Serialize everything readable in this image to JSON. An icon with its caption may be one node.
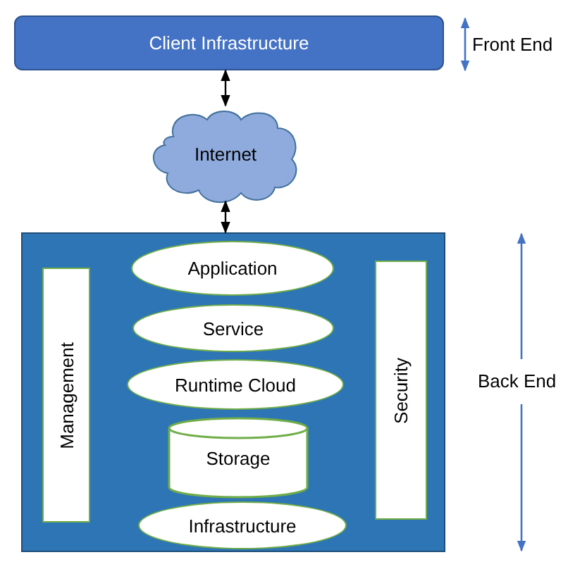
{
  "diagram": {
    "nodes": [
      {
        "text": [
          "Client Infrastructure"
        ]
      },
      {
        "text": [
          "Internet"
        ]
      },
      {
        "text": [],
        "shape": "box"
      },
      {
        "text": [
          "Application"
        ],
        "in": 2
      },
      {
        "text": [
          "Service"
        ],
        "in": 2
      },
      {
        "text": [
          "Runtime Cloud"
        ],
        "in": 2
      },
      {
        "text": [
          "Storage"
        ],
        "in": 2
      },
      {
        "text": [
          "Infrastructure"
        ],
        "in": 2
      },
      {
        "text": [
          "Management"
        ],
        "in": 2
      },
      {
        "text": [
          "Security"
        ],
        "in": 2
      }
    ],
    "edges": [
      {
        "from": 0,
        "to": 1,
        "arrow": "both"
      },
      {
        "from": 1,
        "to": 2,
        "arrow": "both"
      }
    ],
    "labels": [
      "Front End",
      "Back End"
    ]
  }
}
